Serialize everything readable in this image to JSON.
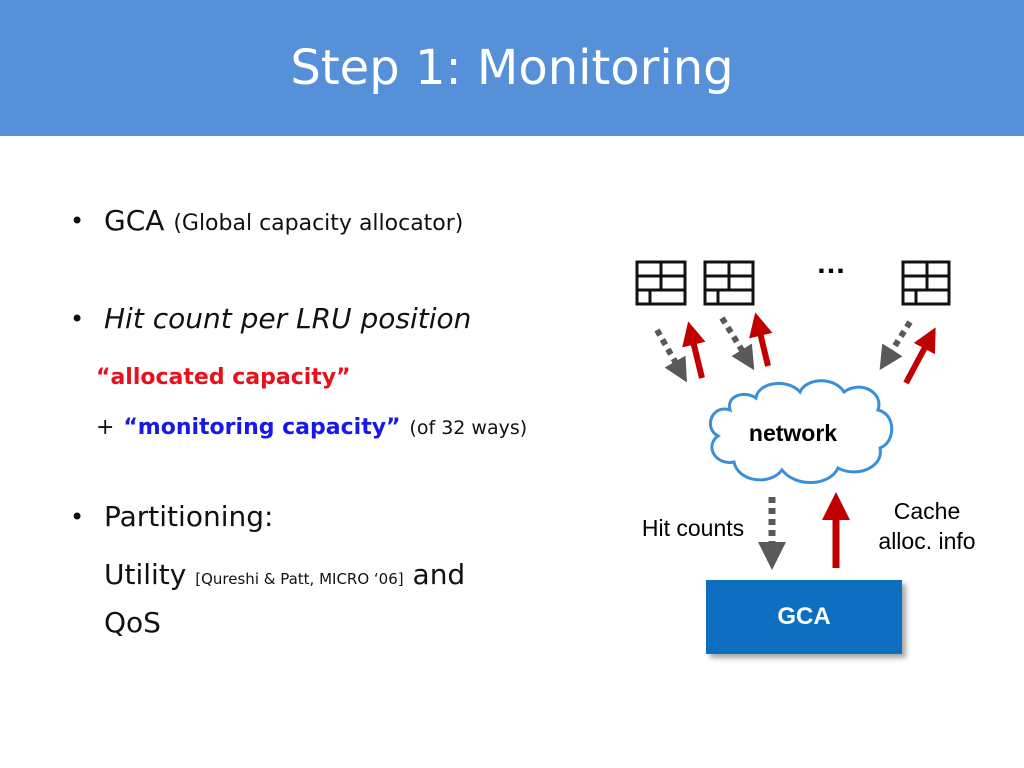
{
  "slide": {
    "title": "Step 1: Monitoring"
  },
  "bullets": {
    "b1": {
      "main": "GCA",
      "paren": "(Global capacity allocator)"
    },
    "b2": {
      "main": "Hit count per  LRU position",
      "sub1": "“allocated capacity”",
      "plus": "+",
      "sub2": "“monitoring capacity”",
      "sub2_note": "(of 32 ways)"
    },
    "b3": {
      "main": "Partitioning:",
      "utility": "Utility",
      "citation": "[Qureshi & Patt, MICRO ‘06]",
      "and": "and",
      "qos": "QoS"
    }
  },
  "diagram": {
    "ellipsis": "…",
    "network_label": "network",
    "hit_counts_label": "Hit counts",
    "cache_alloc_label_line1": "Cache",
    "cache_alloc_label_line2": "alloc. info",
    "gca_label": "GCA",
    "colors": {
      "up_arrow": "#c00000",
      "down_arrow": "#595959",
      "gca_box": "#0e6fc1",
      "title_bar": "#5590d8"
    }
  }
}
